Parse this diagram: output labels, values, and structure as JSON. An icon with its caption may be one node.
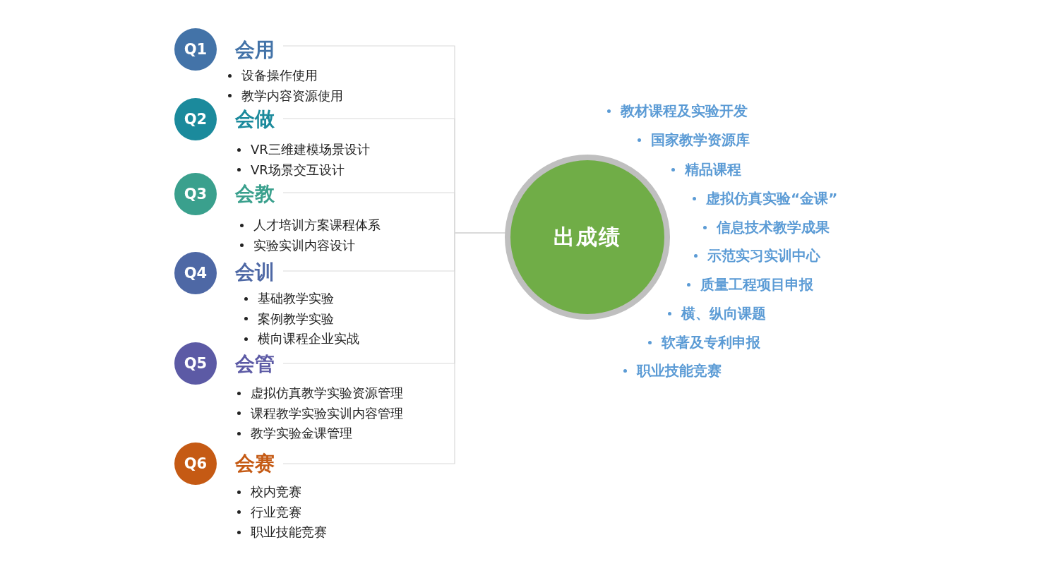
{
  "diagram": {
    "nodes": [
      {
        "text": [
          "Q1"
        ]
      },
      {
        "text": [
          "会用"
        ],
        "beside": [
          "设备操作使用",
          "教学内容资源使用"
        ]
      },
      {
        "text": [
          "Q2"
        ]
      },
      {
        "text": [
          "会做"
        ],
        "beside": [
          "VR三维建模场景设计",
          "VR场景交互设计"
        ]
      },
      {
        "text": [
          "Q3"
        ]
      },
      {
        "text": [
          "会教"
        ],
        "beside": [
          "人才培训方案课程体系",
          "实验实训内容设计"
        ]
      },
      {
        "text": [
          "Q4"
        ]
      },
      {
        "text": [
          "会训"
        ],
        "beside": [
          "基础教学实验",
          "案例教学实验",
          "横向课程企业实战"
        ]
      },
      {
        "text": [
          "Q5"
        ]
      },
      {
        "text": [
          "会管"
        ],
        "beside": [
          "虚拟仿真教学实验资源管理",
          "课程教学实验实训内容管理",
          "教学实验金课管理"
        ]
      },
      {
        "text": [
          "Q6"
        ]
      },
      {
        "text": [
          "会赛"
        ],
        "beside": [
          "校内竞赛",
          "行业竞赛",
          "职业技能竞赛"
        ]
      },
      {
        "text": [
          "出成绩"
        ]
      }
    ],
    "edges": [
      {
        "from": 1,
        "to": 12,
        "arrow": "none"
      },
      {
        "from": 3,
        "to": 12,
        "arrow": "none"
      },
      {
        "from": 5,
        "to": 12,
        "arrow": "none"
      },
      {
        "from": 7,
        "to": 12,
        "arrow": "none"
      },
      {
        "from": 9,
        "to": 12,
        "arrow": "none"
      },
      {
        "from": 11,
        "to": 12,
        "arrow": "none"
      }
    ],
    "labels": [
      "教材课程及实验开发",
      "国家教学资源库",
      "精品课程",
      "虚拟仿真实验“金课”",
      "信息技术教学成果",
      "示范实习实训中心",
      "质量工程项目申报",
      "横、纵向课题",
      "软著及专利申报",
      "职业技能竞赛"
    ]
  }
}
